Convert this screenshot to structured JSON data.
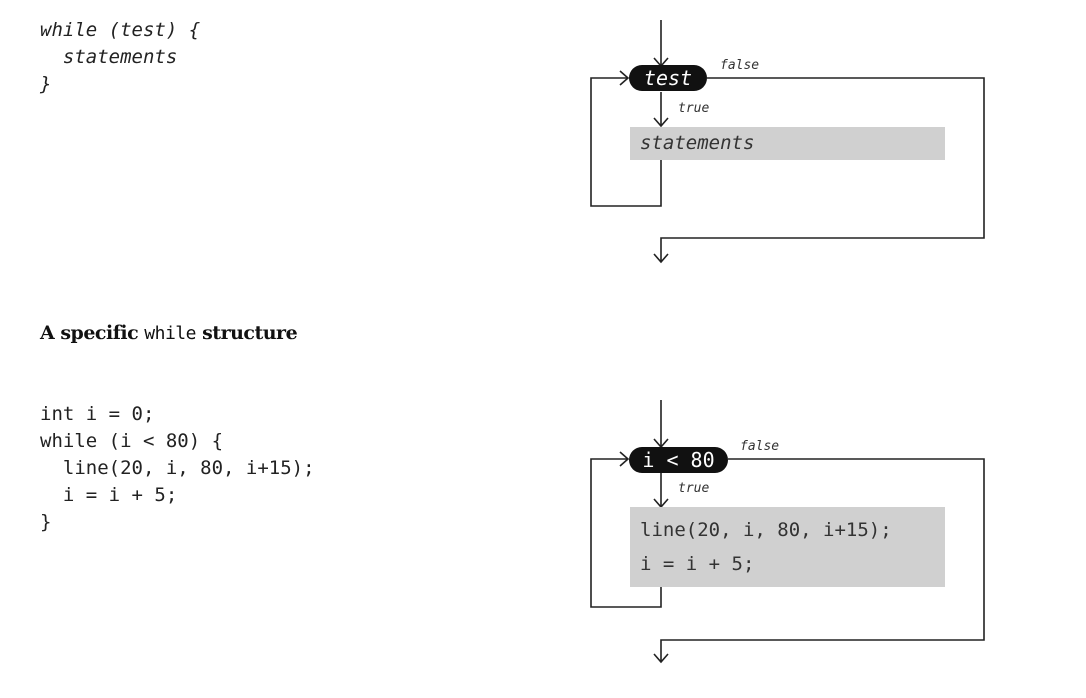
{
  "general": {
    "code": [
      "while (test) {",
      "  statements",
      "}"
    ],
    "test_label": "test",
    "statements_label": "statements",
    "true_label": "true",
    "false_label": "false"
  },
  "heading": {
    "pre": "A specific ",
    "keyword": "while",
    "post": " structure"
  },
  "specific": {
    "code": [
      "int i = 0;",
      "while (i < 80) {",
      "  line(20, i, 80, i+15);",
      "  i = i + 5;",
      "}"
    ],
    "test_label": "i < 80",
    "statements": [
      "line(20, i, 80, i+15);",
      "i = i + 5;"
    ],
    "true_label": "true",
    "false_label": "false"
  }
}
